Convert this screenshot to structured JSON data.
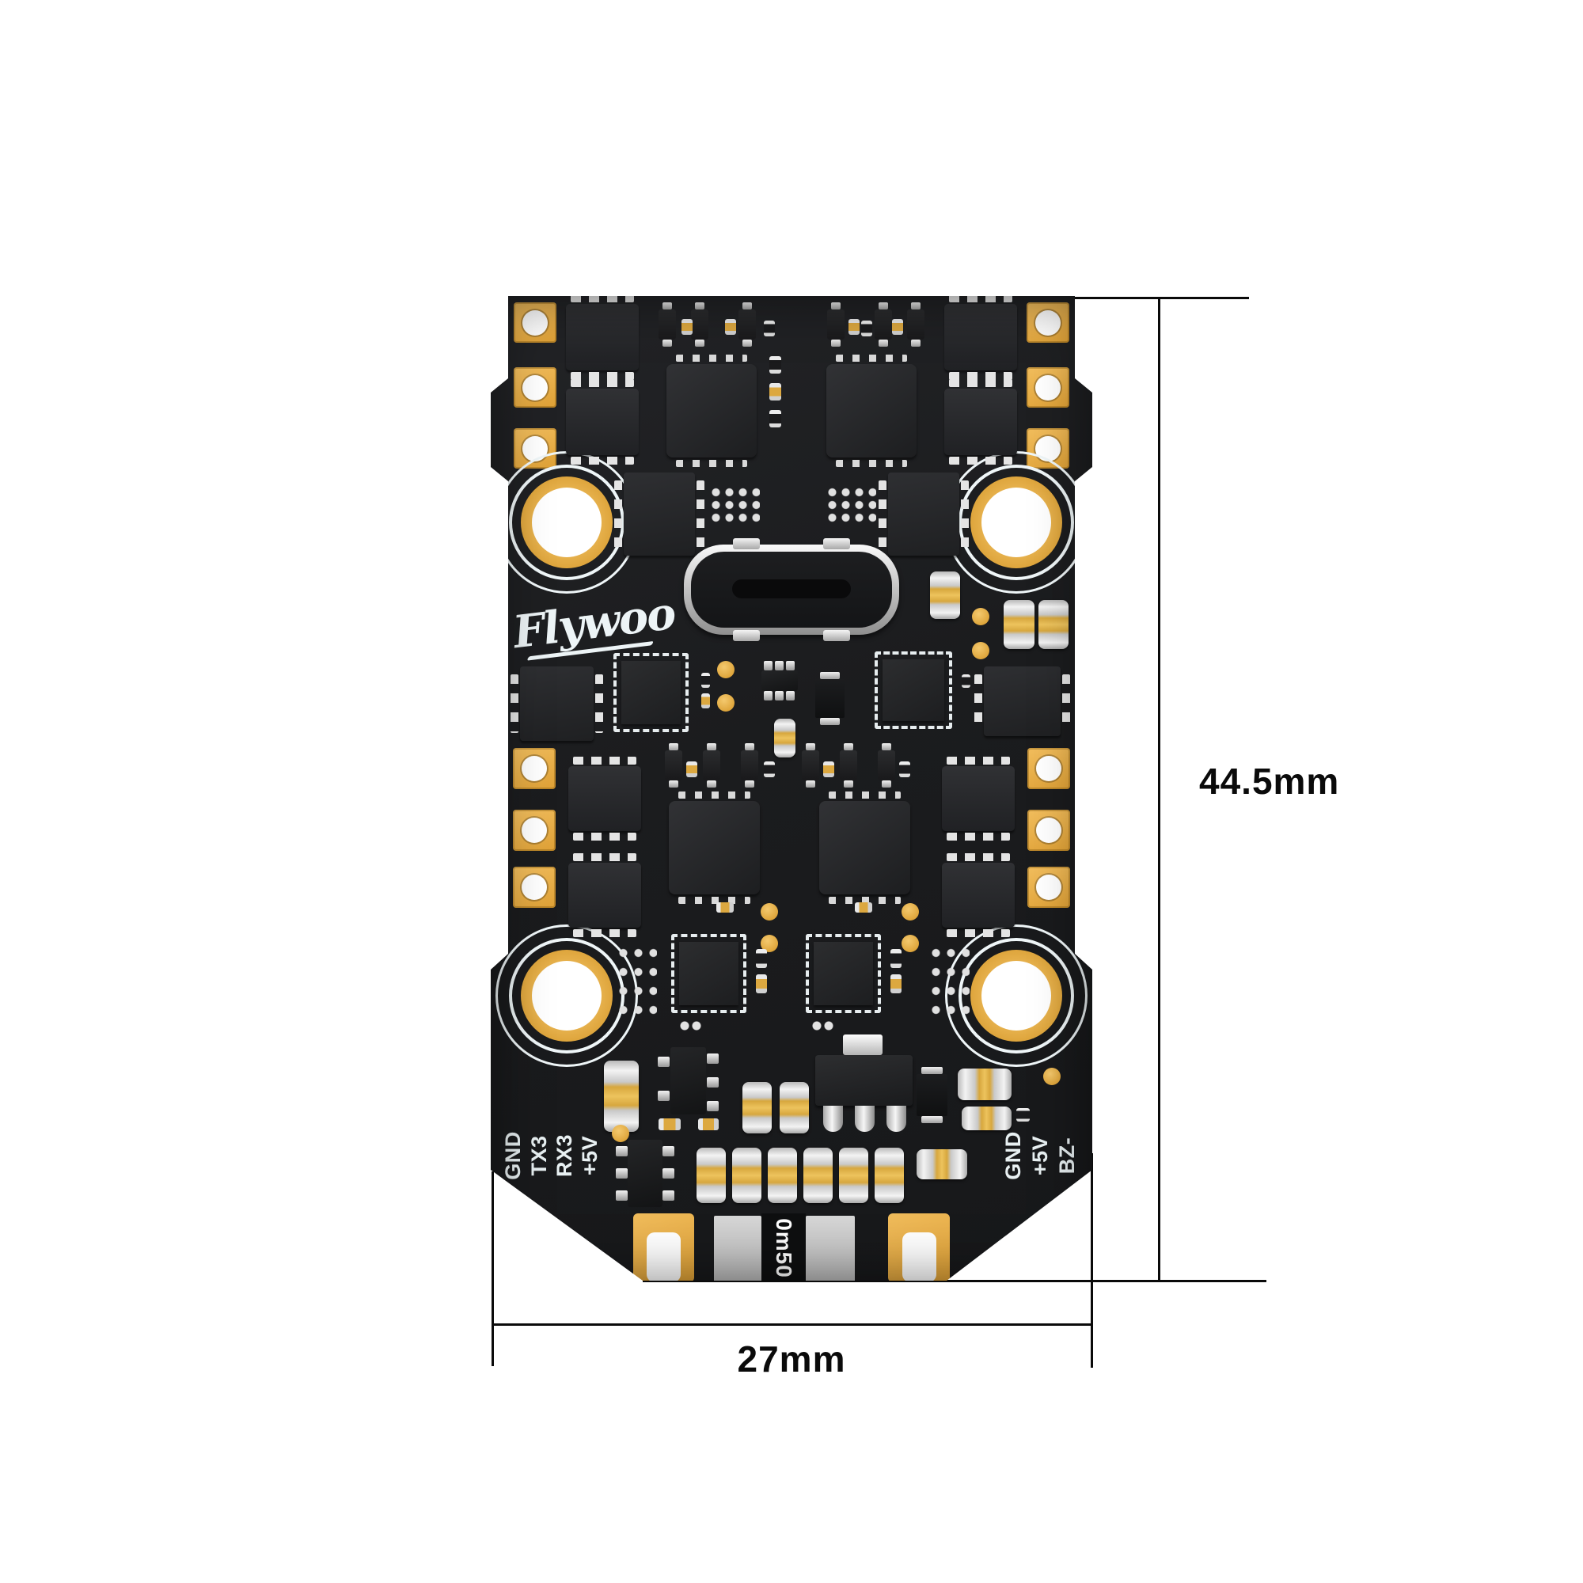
{
  "dimensions": {
    "height": "44.5mm",
    "width": "27mm"
  },
  "board": {
    "logo": "Flywoo",
    "shunt_label": "0m50",
    "left_pad_labels": [
      "GND",
      "TX3",
      "RX3",
      "+5V"
    ],
    "right_pad_labels": [
      "GND",
      "+5V",
      "BZ-"
    ]
  },
  "colors": {
    "background": "#ffffff",
    "board": "#1c1d1f",
    "pad_gold": "#E9B14C",
    "silkscreen": "#EDF4F6",
    "dimension_line": "#0a0a0a"
  }
}
